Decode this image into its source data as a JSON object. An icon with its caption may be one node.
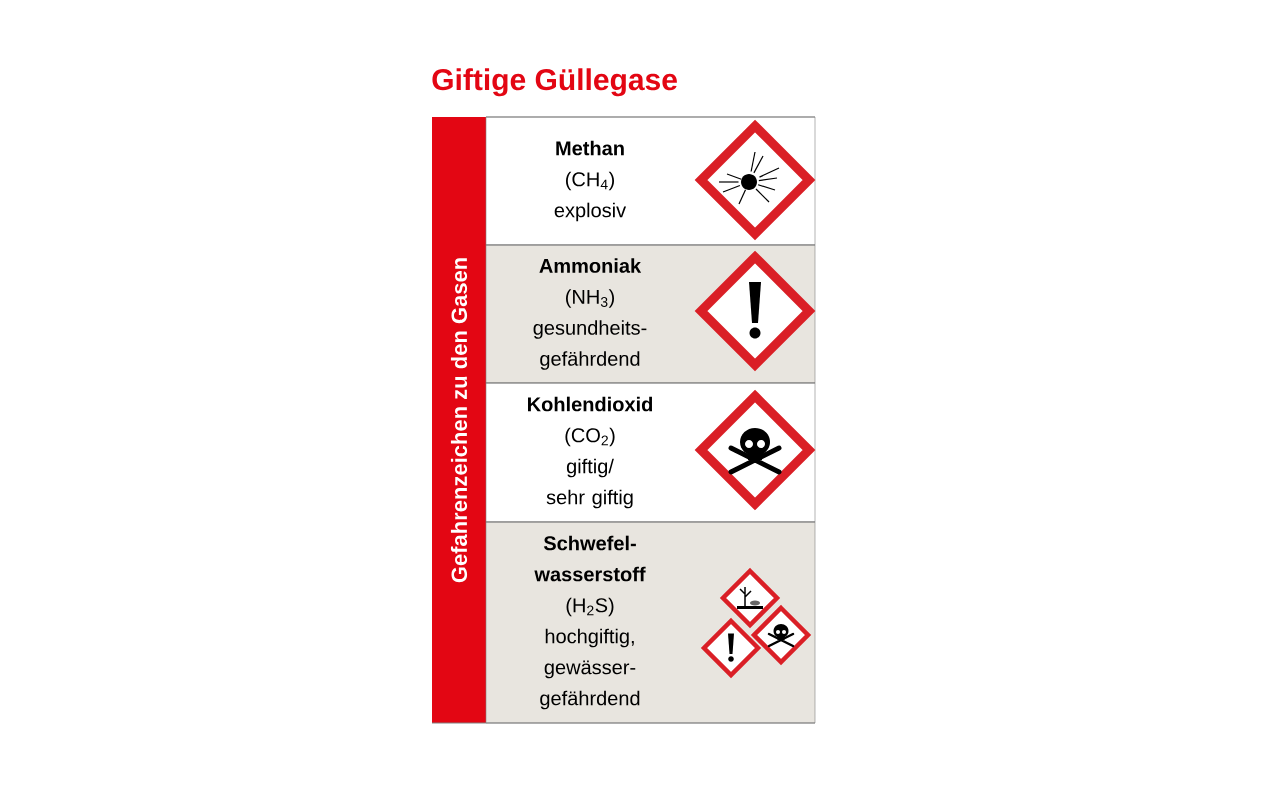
{
  "diagram": {
    "title": "Giftige Güllegase",
    "nodes": [
      {
        "text": [
          "Gefahrenzeichen zu den Gasen"
        ]
      },
      {
        "text": [
          "Methan",
          "(CH$_{4}$)",
          "explosiv"
        ]
      },
      {
        "text": [
          "Ammoniak",
          "(NH$_{3}$)",
          "gesundheits- gefährdend"
        ]
      },
      {
        "text": [
          "Kohlendioxid",
          "(CO$_{2}$)",
          "giftig/ sehr giftig"
        ]
      },
      {
        "text": [
          "Schwefel- wasserstoff",
          "(H$_{2}$S)",
          "hochgiftig, gewässer- gefährdend"
        ]
      }
    ]
  }
}
